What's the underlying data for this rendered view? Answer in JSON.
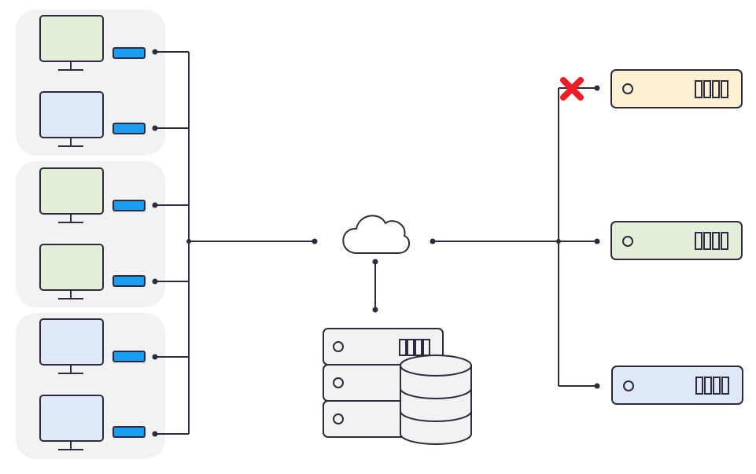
{
  "colors": {
    "stroke": "#2e2a3f",
    "group_background": "#f2f2f2",
    "nic_blue": "#1a9ef5",
    "screen_green": "#e3efd9",
    "screen_blue": "#e0eaf6",
    "server_yellow": "#fdf1d4",
    "server_green": "#e3efd9",
    "server_blue": "#e0eaf6",
    "storage_gray": "#f2f2f2",
    "error_red": "#ee1c25"
  },
  "client_groups": [
    {
      "name": "group-1",
      "computers": [
        {
          "screen": "green"
        },
        {
          "screen": "blue"
        }
      ]
    },
    {
      "name": "group-2",
      "computers": [
        {
          "screen": "green"
        },
        {
          "screen": "green"
        }
      ]
    },
    {
      "name": "group-3",
      "computers": [
        {
          "screen": "blue"
        },
        {
          "screen": "blue"
        }
      ]
    }
  ],
  "icons": {
    "cloud": "cloud-icon",
    "database": "database-icon",
    "disconnected": "x-mark-icon",
    "monitor": "monitor-icon",
    "nic": "network-card-icon",
    "server": "server-icon"
  },
  "servers": [
    {
      "color": "yellow",
      "status": "disconnected"
    },
    {
      "color": "green",
      "status": "connected"
    },
    {
      "color": "blue",
      "status": "connected"
    }
  ]
}
